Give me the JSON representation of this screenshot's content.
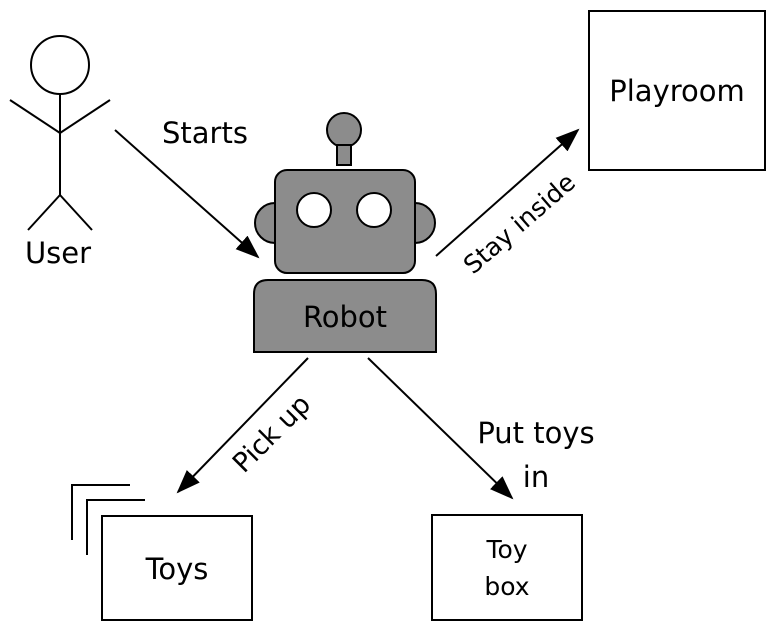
{
  "actors": {
    "user": {
      "label": "User"
    }
  },
  "nodes": {
    "robot": {
      "label": "Robot"
    },
    "playroom": {
      "label": "Playroom"
    },
    "toys": {
      "label": "Toys"
    },
    "toy_box": {
      "label_line1": "Toy",
      "label_line2": "box"
    }
  },
  "edges": {
    "starts": {
      "label": "Starts"
    },
    "stay_inside": {
      "label": "Stay inside"
    },
    "pick_up": {
      "label": "Pick up"
    },
    "put_toys_in": {
      "label_line1": "Put toys",
      "label_line2": "in"
    }
  },
  "colors": {
    "robot_fill": "#8c8c8c",
    "stroke": "#000000",
    "background": "#ffffff"
  }
}
